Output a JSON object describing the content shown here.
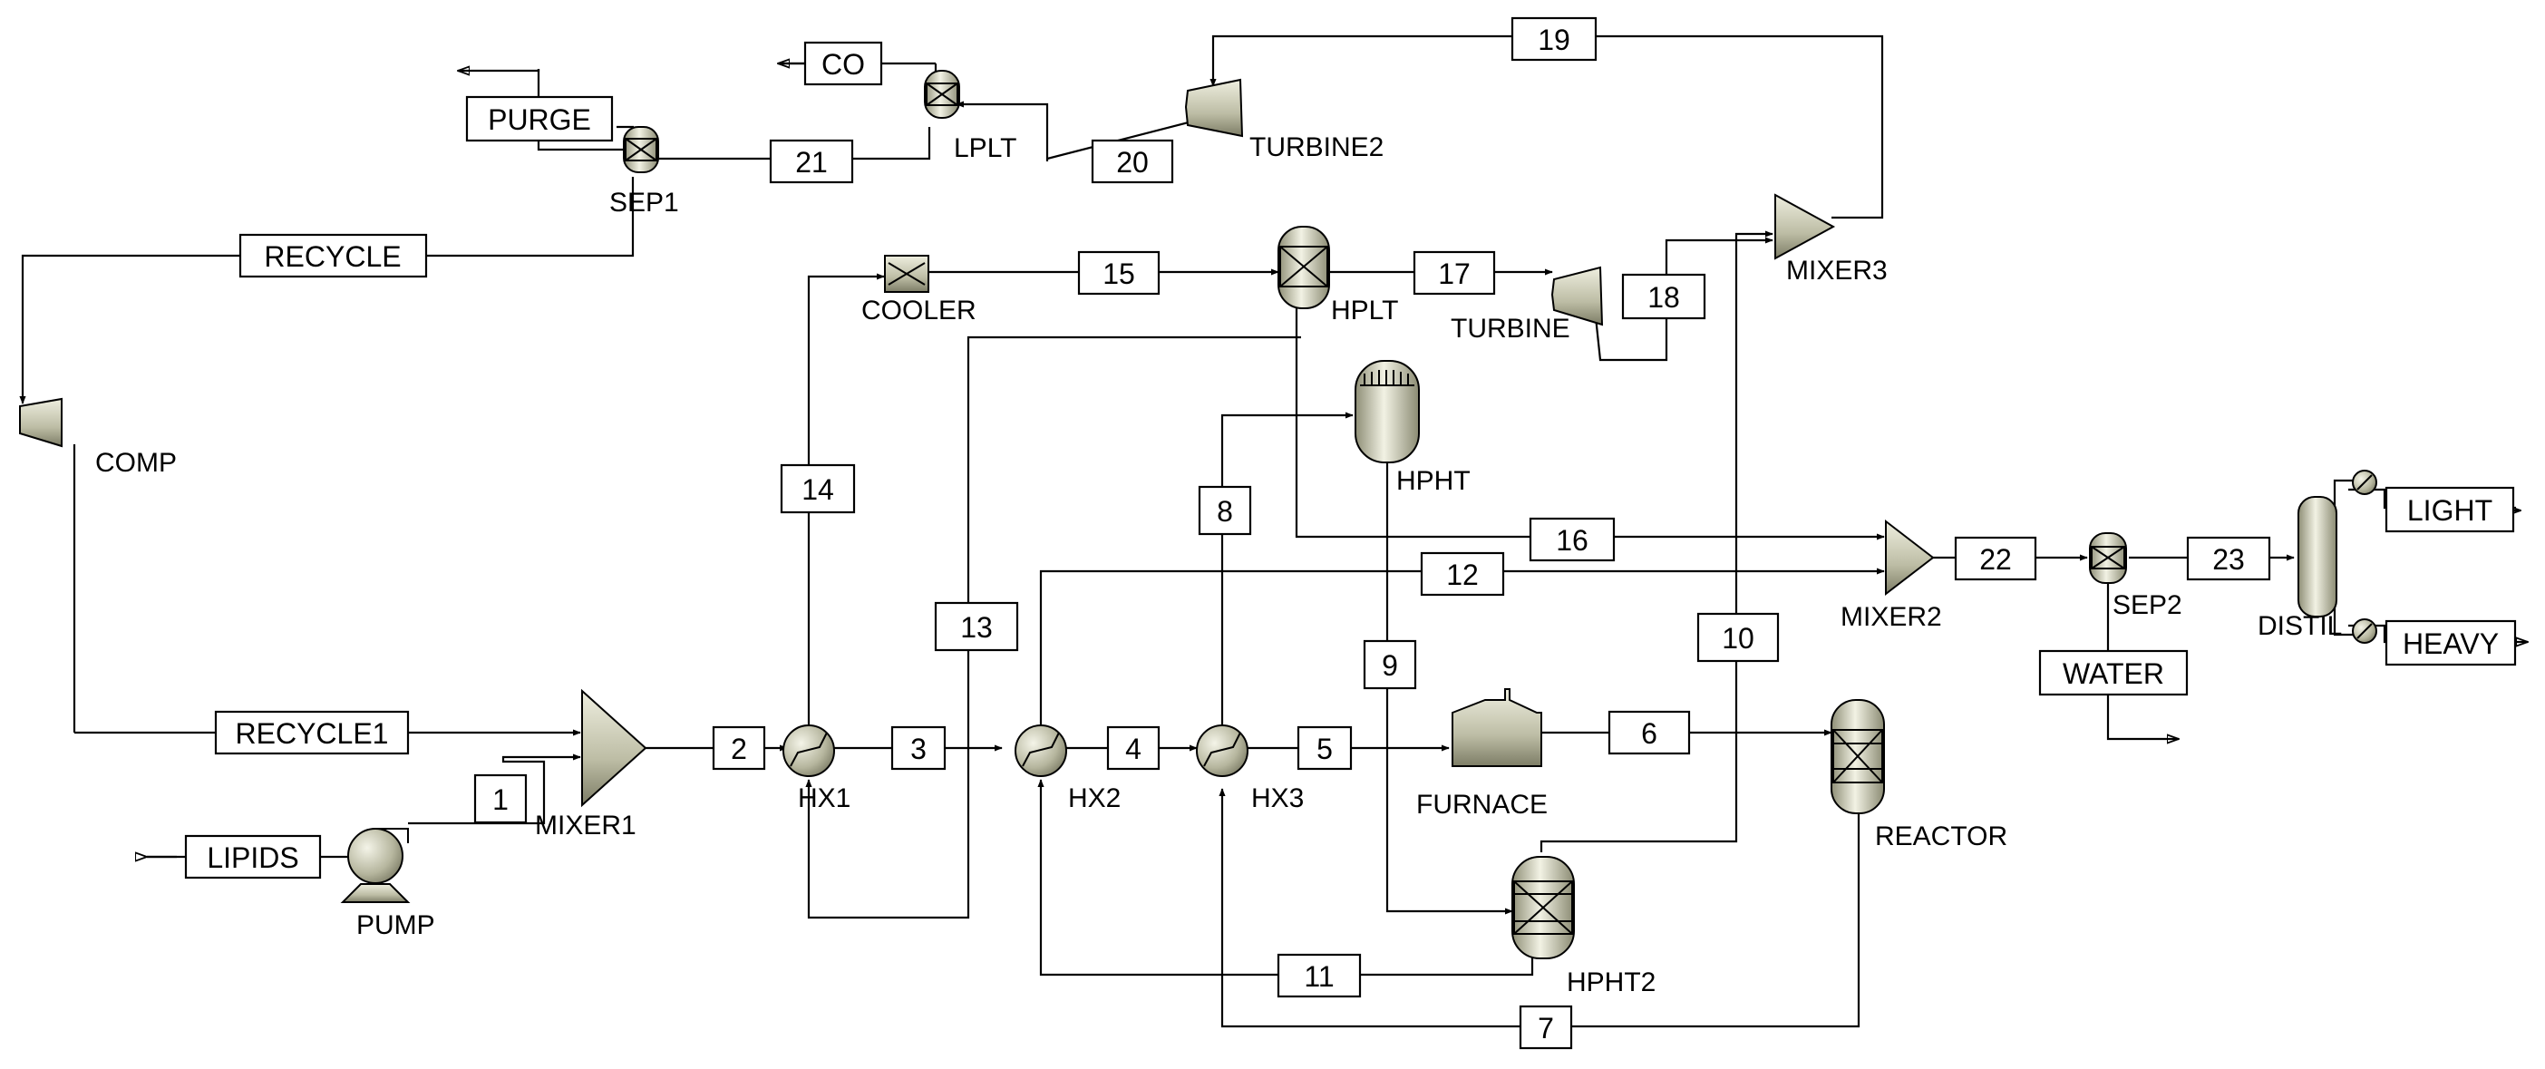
{
  "streams": {
    "s1": "1",
    "s2": "2",
    "s3": "3",
    "s4": "4",
    "s5": "5",
    "s6": "6",
    "s7": "7",
    "s8": "8",
    "s9": "9",
    "s10": "10",
    "s11": "11",
    "s12": "12",
    "s13": "13",
    "s14": "14",
    "s15": "15",
    "s16": "16",
    "s17": "17",
    "s18": "18",
    "s19": "19",
    "s20": "20",
    "s21": "21",
    "s22": "22",
    "s23": "23",
    "co": "CO",
    "purge": "PURGE",
    "recycle": "RECYCLE",
    "recycle1": "RECYCLE1",
    "lipids": "LIPIDS",
    "water": "WATER",
    "light": "LIGHT",
    "heavy": "HEAVY"
  },
  "units": {
    "lplt": "LPLT",
    "turbine2": "TURBINE2",
    "sep1": "SEP1",
    "cooler": "COOLER",
    "hplt": "HPLT",
    "turbine": "TURBINE",
    "mixer3": "MIXER3",
    "comp": "COMP",
    "hpht": "HPHT",
    "mixer2": "MIXER2",
    "sep2": "SEP2",
    "distil": "DISTIL",
    "mixer1": "MIXER1",
    "hx1": "HX1",
    "hx2": "HX2",
    "hx3": "HX3",
    "furnace": "FURNACE",
    "reactor": "REACTOR",
    "pump": "PUMP",
    "hpht2": "HPHT2"
  },
  "colors": {
    "equipment_light": "#eeeedf",
    "equipment_dark": "#8e8e76",
    "line": "#000000"
  }
}
